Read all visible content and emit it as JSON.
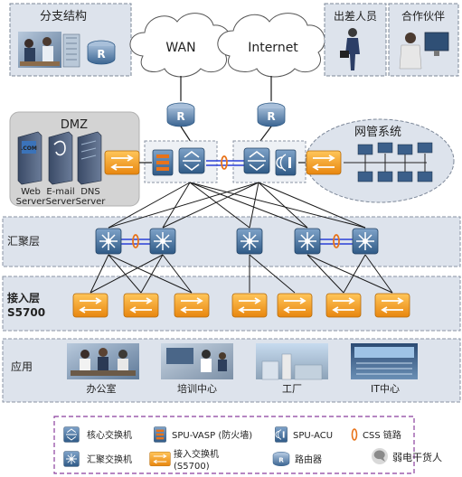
{
  "top": {
    "branch_label": "分支结构",
    "wan_label": "WAN",
    "internet_label": "Internet",
    "travel_label": "出差人员",
    "partner_label": "合作伙伴"
  },
  "dmz": {
    "title": "DMZ",
    "servers": [
      {
        "line1": "Web",
        "line2": "Server",
        "screen": ".COM"
      },
      {
        "line1": "E-mail",
        "line2": "Server"
      },
      {
        "line1": "DNS",
        "line2": "Server"
      }
    ]
  },
  "nms": {
    "label": "网管系统"
  },
  "layers": {
    "aggregation": "汇聚层",
    "access_line1": "接入层",
    "access_line2": "S5700",
    "application": "应用"
  },
  "apps": [
    "办公室",
    "培训中心",
    "工厂",
    "IT中心"
  ],
  "legend": {
    "core_switch": "核心交换机",
    "spu_vasp": "SPU-VASP (防火墙)",
    "spu_acu": "SPU-ACU",
    "css_link": "CSS 链路",
    "agg_switch": "汇聚交换机",
    "access_switch_line1": "接入交换机",
    "access_switch_line2": "(S5700)",
    "router": "路由器"
  },
  "router_letter": "R",
  "watermark": "弱电干货人",
  "colors": {
    "cloud": "#ffffff",
    "cloud_stroke": "#555555",
    "layer_bg": "#dde3ec",
    "layer_stroke": "#8a93a3",
    "dmz_bg": "#d3d3d3",
    "access_orange": "#f5a623",
    "device_blue": "#3d6a9a",
    "css_link": "#e8731a",
    "legend_border": "#8b3f9e",
    "link_line": "#1a1a1a"
  }
}
